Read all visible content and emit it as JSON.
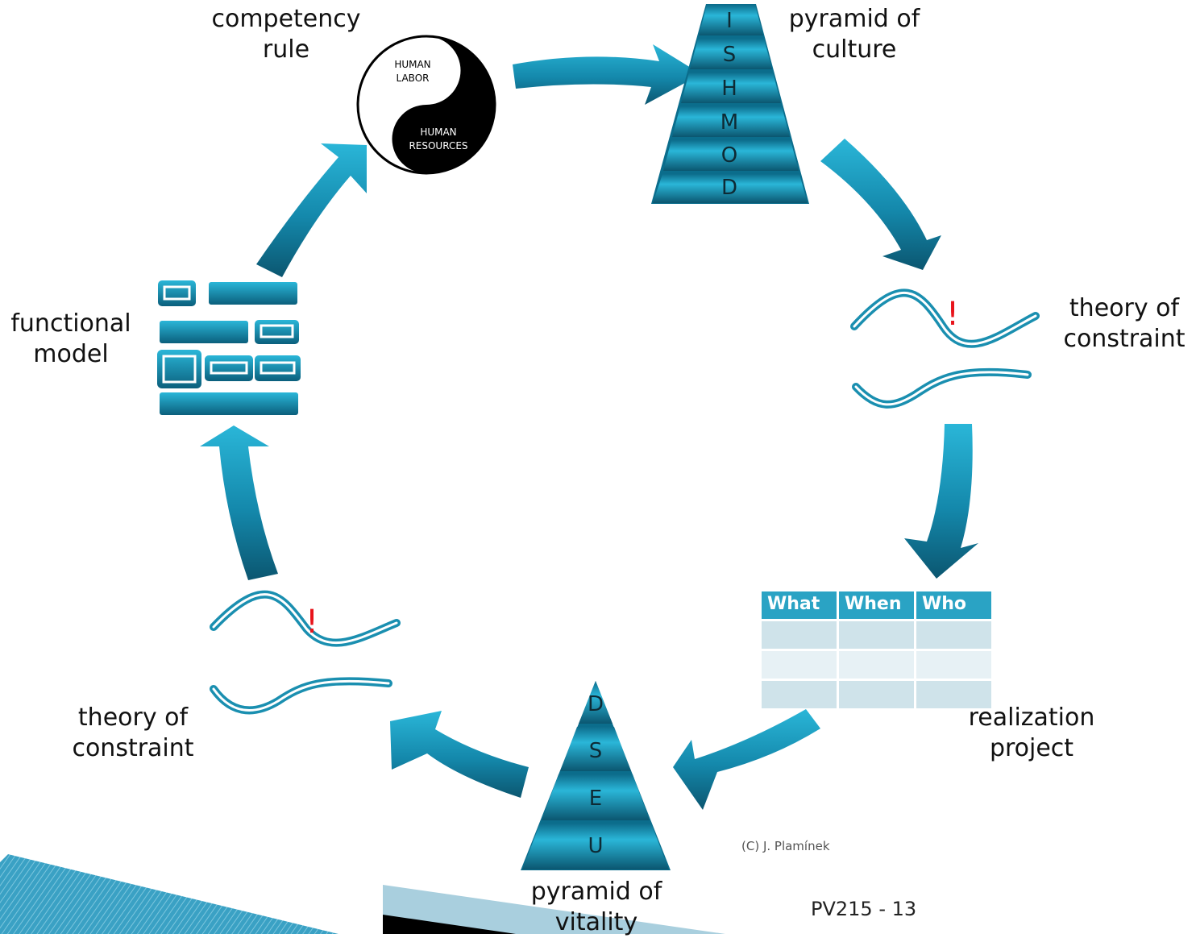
{
  "nodes": {
    "competency_rule": [
      "competency",
      "rule"
    ],
    "pyramid_culture": [
      "pyramid of",
      "culture"
    ],
    "theory_constraint_right": [
      "theory of",
      "constraint"
    ],
    "realization_project": [
      "realization",
      "project"
    ],
    "pyramid_vitality": [
      "pyramid of",
      "vitality"
    ],
    "theory_constraint_left": [
      "theory of",
      "constraint"
    ],
    "functional_model": [
      "functional",
      "model"
    ]
  },
  "yin_yang": {
    "top": [
      "HUMAN",
      "LABOR"
    ],
    "bottom": [
      "HUMAN",
      "RESOURCES"
    ]
  },
  "culture_pyramid_letters": [
    "I",
    "S",
    "H",
    "M",
    "O",
    "D"
  ],
  "vitality_pyramid_letters": [
    "D",
    "S",
    "E",
    "U"
  ],
  "warning_mark": "!",
  "table": {
    "headers": [
      "What",
      "When",
      "Who"
    ],
    "rows": 3
  },
  "footer": {
    "copyright": "(C) J. Plamínek",
    "slide_number": "PV215 - 13"
  },
  "colors": {
    "accent": "#1a8fb0",
    "accent_light": "#2ab6d8",
    "accent_dark": "#0b5670",
    "warning": "#e8141b"
  }
}
